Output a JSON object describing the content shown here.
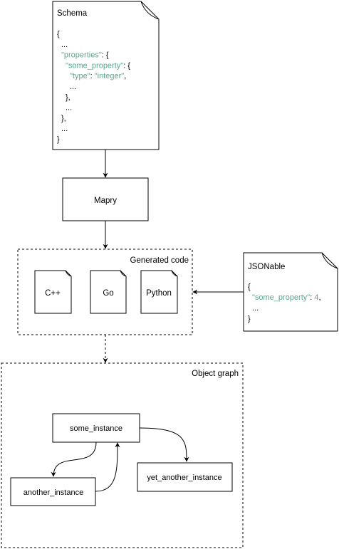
{
  "schema_note": {
    "title": "Schema",
    "lines": [
      [
        {
          "text": "{",
          "color": "#000000"
        }
      ],
      [
        {
          "text": "...",
          "color": "#000000"
        }
      ],
      [
        {
          "text": "\"properties\"",
          "color": "#5aa68c"
        },
        {
          "text": ": {",
          "color": "#000000"
        }
      ],
      [
        {
          "text": "\"some_property\"",
          "color": "#5aa68c"
        },
        {
          "text": ": {",
          "color": "#000000"
        }
      ],
      [
        {
          "text": "\"type\"",
          "color": "#5aa68c"
        },
        {
          "text": ": ",
          "color": "#000000"
        },
        {
          "text": "\"integer\"",
          "color": "#5aa68c"
        },
        {
          "text": ",",
          "color": "#000000"
        }
      ],
      [
        {
          "text": "...",
          "color": "#000000"
        }
      ],
      [
        {
          "text": "},",
          "color": "#000000"
        }
      ],
      [
        {
          "text": "...",
          "color": "#000000"
        }
      ],
      [
        {
          "text": "},",
          "color": "#000000"
        }
      ],
      [
        {
          "text": "...",
          "color": "#000000"
        }
      ],
      [
        {
          "text": "}",
          "color": "#000000"
        }
      ]
    ]
  },
  "mapry_label": "Mapry",
  "generated_code": {
    "title": "Generated code",
    "languages": [
      "C++",
      "Go",
      "Python"
    ]
  },
  "jsonable_note": {
    "title": "JSONable",
    "lines": [
      [
        {
          "text": "{",
          "color": "#000000"
        }
      ],
      [
        {
          "text": "\"some_property\"",
          "color": "#5aa68c"
        },
        {
          "text": ": ",
          "color": "#000000"
        },
        {
          "text": "4",
          "color": "#8c8c8c"
        },
        {
          "text": ",",
          "color": "#000000"
        }
      ],
      [
        {
          "text": "...",
          "color": "#000000"
        }
      ],
      [
        {
          "text": "}",
          "color": "#000000"
        }
      ]
    ]
  },
  "object_graph": {
    "title": "Object graph",
    "nodes": {
      "some_instance": "some_instance",
      "another_instance": "another_instance",
      "yet_another_instance": "yet_another_instance"
    }
  },
  "colors": {
    "stroke": "#000000",
    "json_key": "#5aa68c",
    "json_number": "#8c8c8c"
  }
}
